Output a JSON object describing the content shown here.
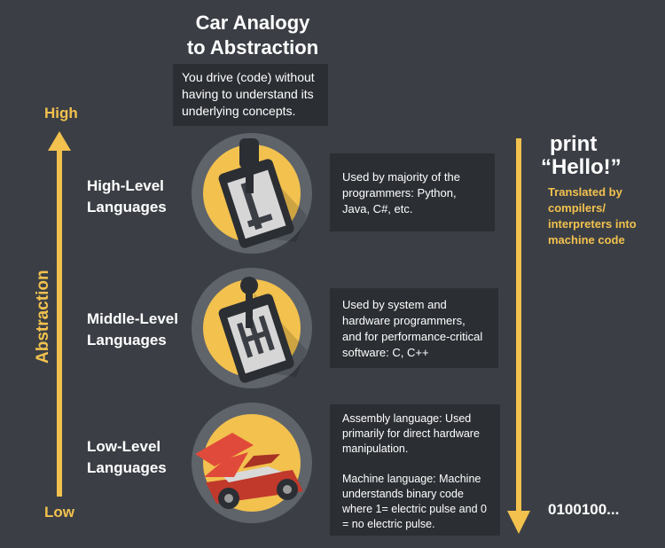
{
  "title": {
    "line1": "Car Analogy",
    "line2": "to Abstraction"
  },
  "intro": "You drive (code) without having to understand its underlying concepts.",
  "axis": {
    "high": "High",
    "low": "Low",
    "label": "Abstraction"
  },
  "levels": [
    {
      "line1": "High-Level",
      "line2": "Languages",
      "icon": "automatic-gear-shifter-icon",
      "desc": "Used by majority of the programmers: Python, Java, C#, etc."
    },
    {
      "line1": "Middle-Level",
      "line2": "Languages",
      "icon": "manual-gear-shifter-icon",
      "desc": "Used by system and hardware programmers, and for performance-critical software: C, C++"
    },
    {
      "line1": "Low-Level",
      "line2": "Languages",
      "icon": "car-open-hood-icon",
      "desc_p1": "Assembly language: Used primarily for direct hardware manipulation.",
      "desc_p2": "Machine language: Machine understands binary code where 1= electric pulse and 0 = no electric pulse."
    }
  ],
  "code": {
    "line1": "print",
    "line2": "“Hello!”"
  },
  "translated": "Translated by compilers/ interpreters into machine code",
  "binary": "0100100...",
  "colors": {
    "background": "#3b3f45",
    "box": "#2b2e33",
    "accent": "#f2c14e",
    "circle_ring": "#5f646b",
    "circle_fill": "#f2c14e"
  }
}
